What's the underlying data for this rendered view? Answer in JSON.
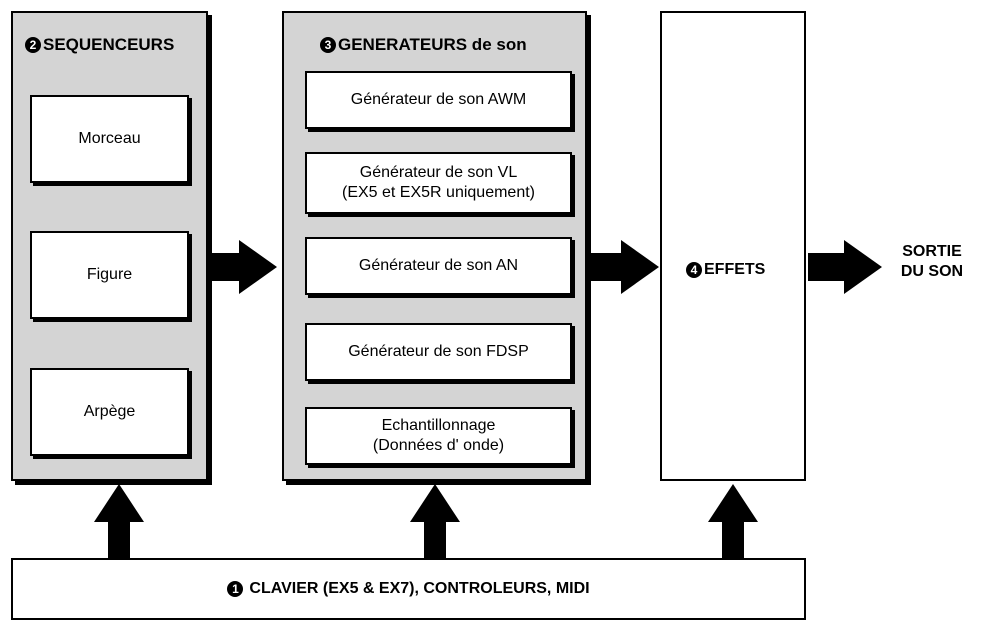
{
  "sequencers": {
    "number": "2",
    "title": "SEQUENCEURS",
    "items": [
      "Morceau",
      "Figure",
      "Arpège"
    ]
  },
  "generators": {
    "number": "3",
    "title": "GENERATEURS de son",
    "items": [
      {
        "line1": "Générateur de son AWM",
        "line2": ""
      },
      {
        "line1": "Générateur de son VL",
        "line2": "(EX5 et EX5R uniquement)"
      },
      {
        "line1": "Générateur de son AN",
        "line2": ""
      },
      {
        "line1": "Générateur de son FDSP",
        "line2": ""
      },
      {
        "line1": "Echantillonnage",
        "line2": "(Données d' onde)"
      }
    ]
  },
  "effects": {
    "number": "4",
    "title": "EFFETS"
  },
  "output": {
    "line1": "SORTIE",
    "line2": "DU SON"
  },
  "keyboard": {
    "number": "1",
    "label": "CLAVIER (EX5 & EX7), CONTROLEURS, MIDI"
  }
}
